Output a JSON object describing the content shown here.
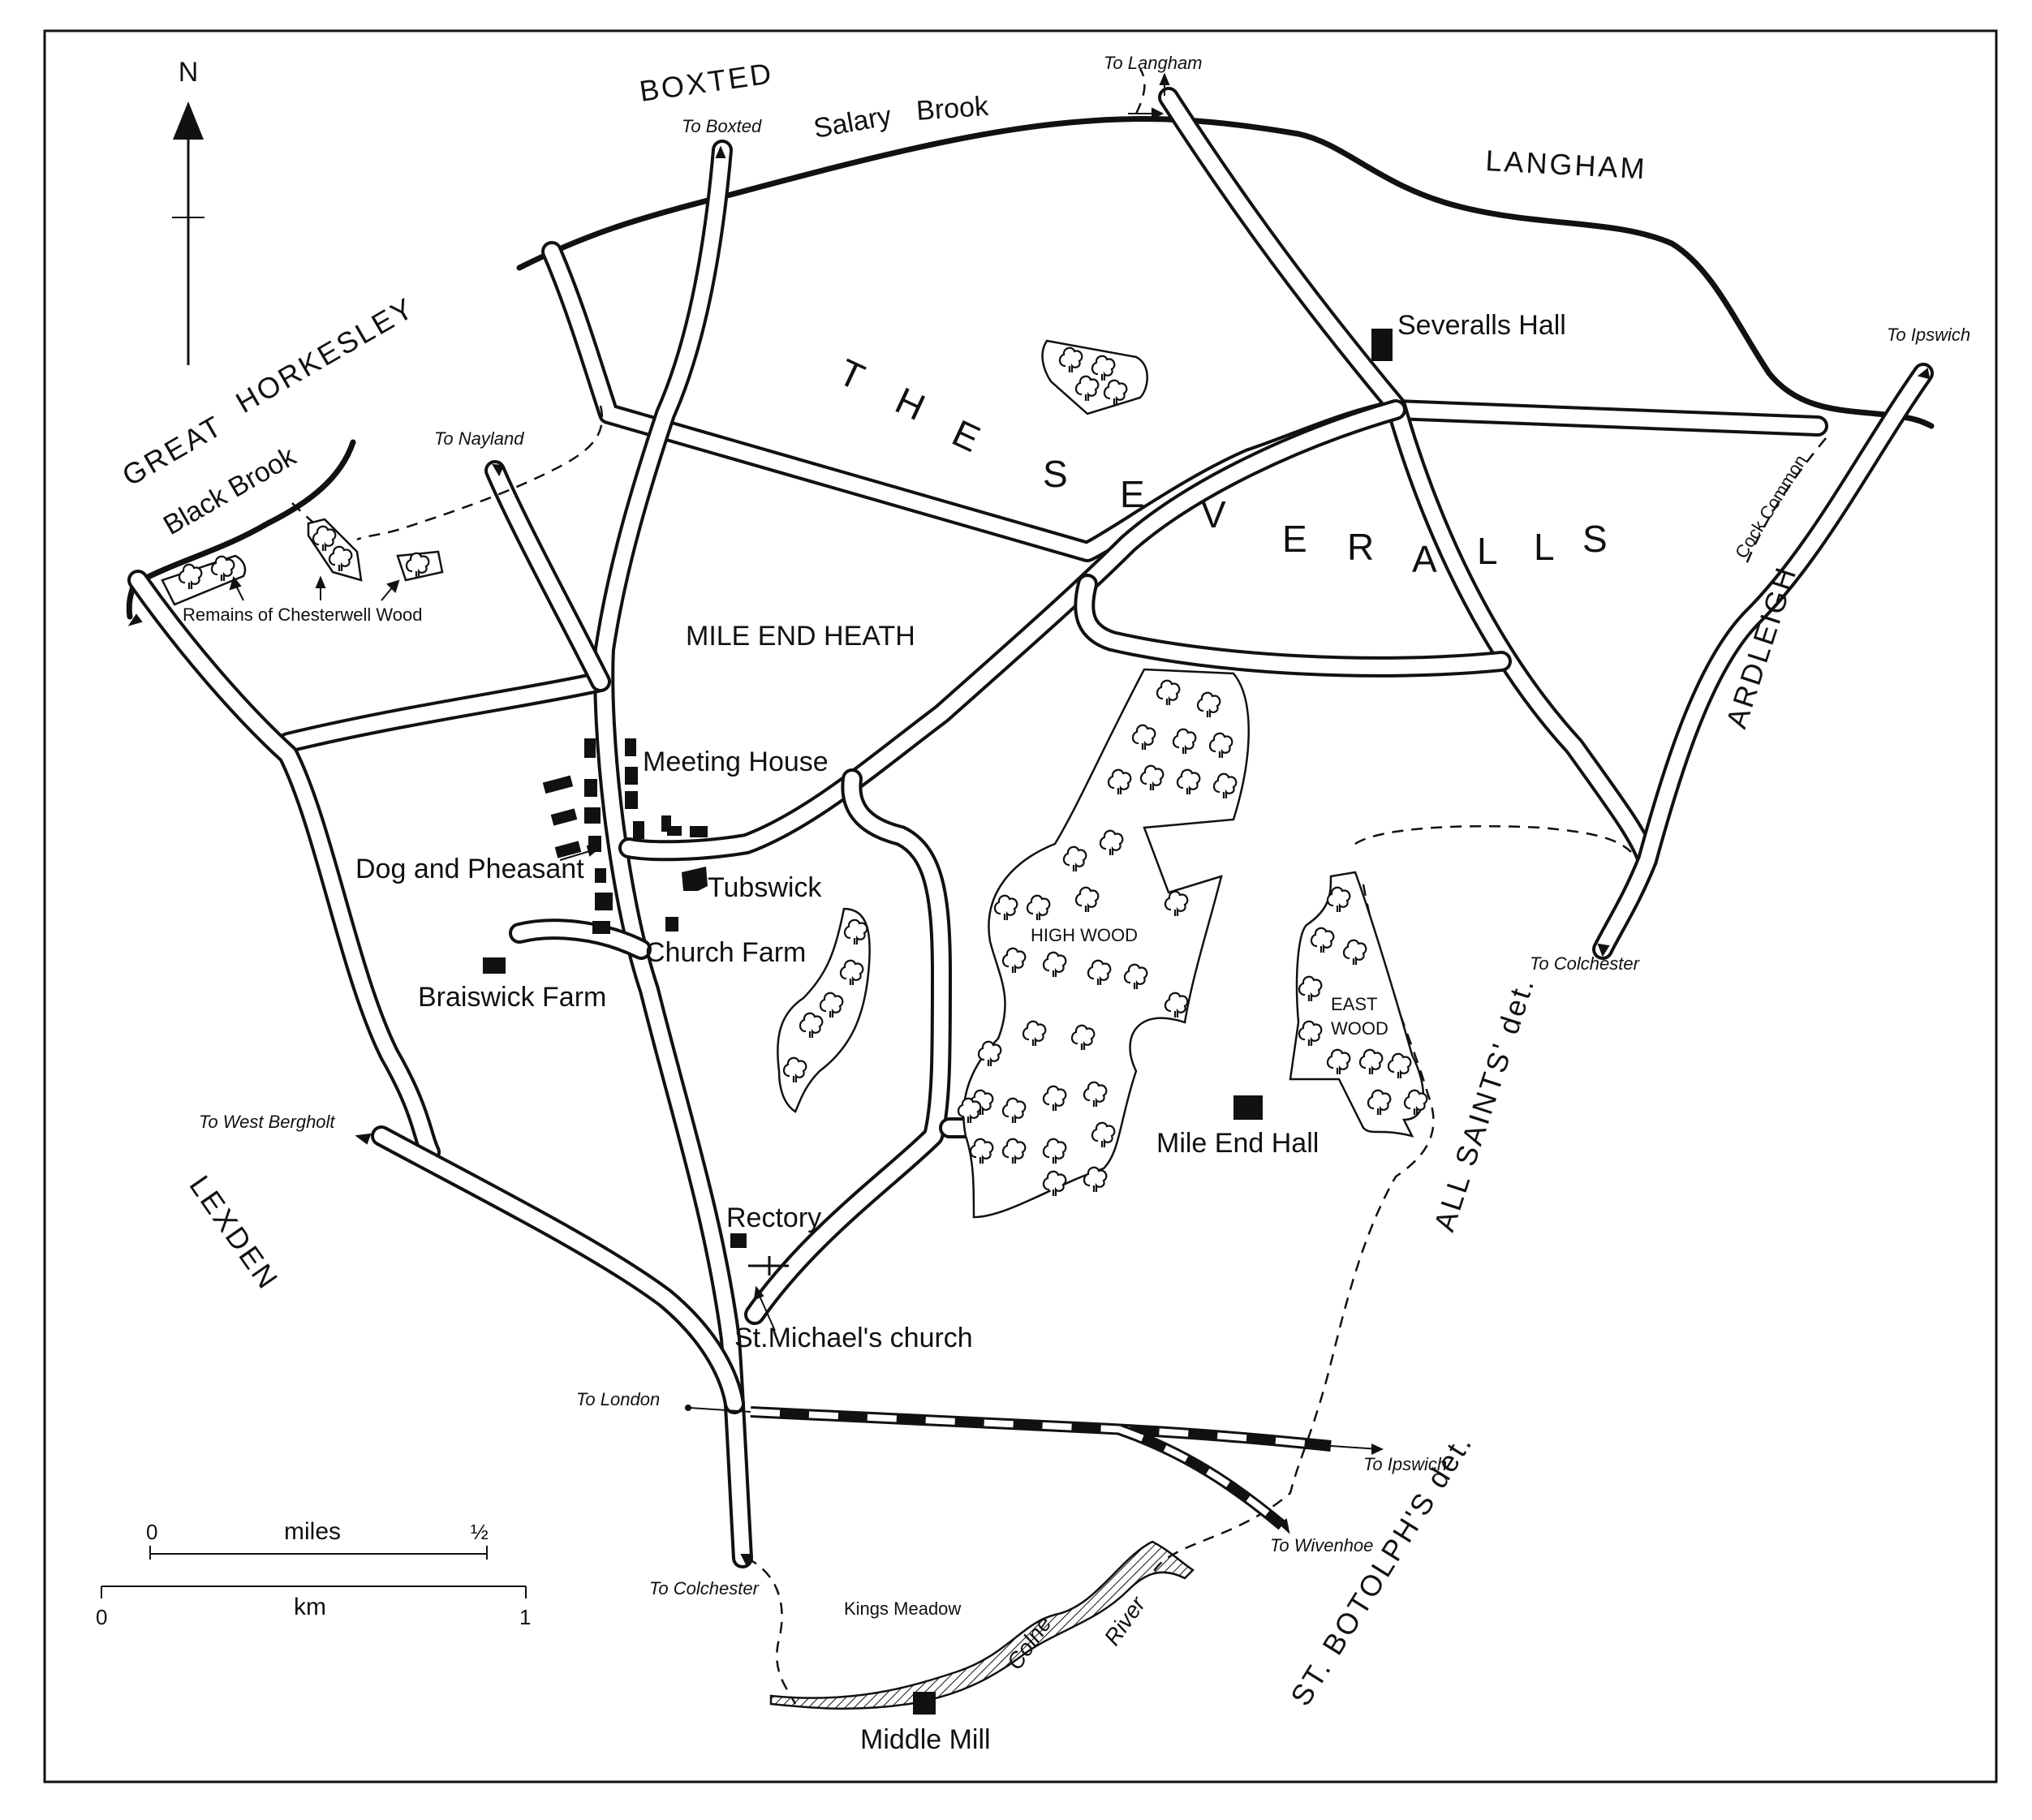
{
  "compass": {
    "letter": "N"
  },
  "parishes": {
    "boxted": "BOXTED",
    "langham": "LANGHAM",
    "great": "GREAT",
    "horkesley": "HORKESLEY",
    "ardleigh": "ARDLEIGH",
    "lexden": "LEXDEN",
    "all_saints": "ALL SAINTS' det.",
    "st_botolph": "ST. BOTOLPH'S det."
  },
  "area_title": [
    "T",
    "H",
    "E",
    "S",
    "E",
    "V",
    "E",
    "R",
    "A",
    "L",
    "L",
    "S"
  ],
  "waterways": {
    "salary_brook": [
      "Salary",
      "Brook"
    ],
    "black_brook": "Black Brook",
    "colne_river": [
      "Colne",
      "River"
    ]
  },
  "routes": {
    "to_langham": "To Langham",
    "to_boxted": "To Boxted",
    "to_ipswich_ne": "To Ipswich",
    "to_nayland": "To Nayland",
    "to_colchester_e": "To Colchester",
    "to_west_bergholt": "To West Bergholt",
    "to_london": "To London",
    "to_ipswich_rail": "To Ipswich",
    "to_wivenhoe": "To Wivenhoe",
    "to_colchester_s": "To Colchester"
  },
  "places": {
    "severalls_hall": "Severalls Hall",
    "cock_common": "Cock Common",
    "chesterwell": "Remains of Chesterwell Wood",
    "mile_end_heath": "MILE END HEATH",
    "meeting_house": "Meeting House",
    "dog_and_pheasant": "Dog and Pheasant",
    "tubswick": "Tubswick",
    "church_farm": "Church Farm",
    "braiswick_farm": "Braiswick Farm",
    "high_wood": "HIGH WOOD",
    "east_wood": [
      "EAST",
      "WOOD"
    ],
    "mile_end_hall": "Mile End Hall",
    "rectory": "Rectory",
    "st_michaels": "St.Michael's church",
    "kings_meadow": "Kings Meadow",
    "middle_mill": "Middle Mill"
  },
  "scale": {
    "miles_zero": "0",
    "miles_label": "miles",
    "miles_max": "½",
    "km_zero": "0",
    "km_label": "km",
    "km_max": "1"
  }
}
